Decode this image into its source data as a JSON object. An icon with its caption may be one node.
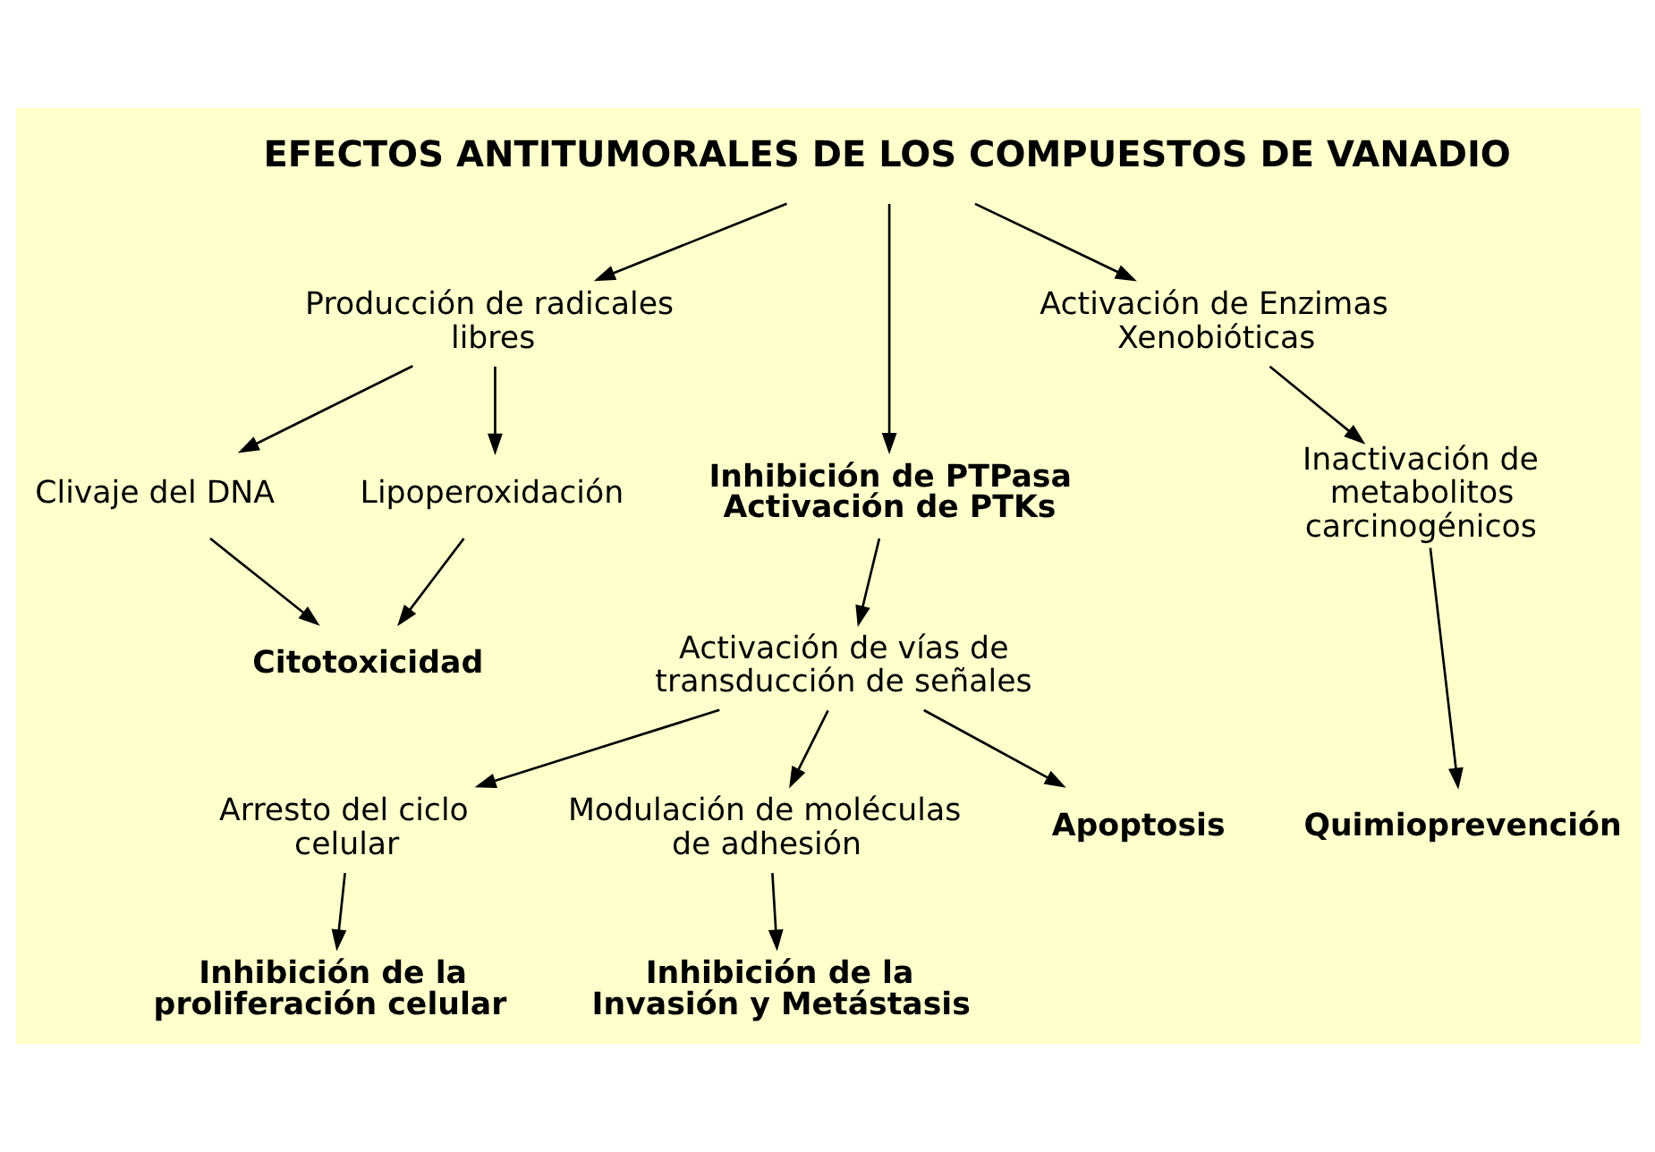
{
  "diagram": {
    "nodes": [
      {
        "text": [
          "EFECTOS ANTITUMORALES DE LOS COMPUESTOS DE VANADIO"
        ]
      },
      {
        "text": [
          "Producción de radicales libres"
        ]
      },
      {
        "text": [
          "Inhibición de PTPasa Activación de PTKs"
        ]
      },
      {
        "text": [
          "Activación de Enzimas Xenobióticas"
        ]
      },
      {
        "text": [
          "Clivaje del DNA"
        ]
      },
      {
        "text": [
          "Lipoperoxidación"
        ]
      },
      {
        "text": [
          "Citotoxicidad"
        ]
      },
      {
        "text": [
          "Inactivación de metabolitos carcinogénicos"
        ]
      },
      {
        "text": [
          "Quimioprevención"
        ]
      },
      {
        "text": [
          "Activación de vías de transducción de señales"
        ]
      },
      {
        "text": [
          "Arresto del ciclo celular"
        ]
      },
      {
        "text": [
          "Modulación de moléculas de adhesión"
        ]
      },
      {
        "text": [
          "Inhibición de la proliferación celular"
        ]
      },
      {
        "text": [
          "Apoptosis"
        ]
      },
      {
        "text": [
          "Inhibición de la Invasión y Metástasis"
        ]
      }
    ],
    "edges": [
      {
        "from": 0,
        "to": 1,
        "arrow": "to"
      },
      {
        "from": 0,
        "to": 2,
        "arrow": "to"
      },
      {
        "from": 0,
        "to": 3,
        "arrow": "to"
      },
      {
        "from": 1,
        "to": 4,
        "arrow": "to"
      },
      {
        "from": 1,
        "to": 5,
        "arrow": "to"
      },
      {
        "from": 4,
        "to": 6,
        "arrow": "to"
      },
      {
        "from": 5,
        "to": 6,
        "arrow": "to"
      },
      {
        "from": 3,
        "to": 7,
        "arrow": "to"
      },
      {
        "from": 7,
        "to": 8,
        "arrow": "to"
      },
      {
        "from": 2,
        "to": 9,
        "arrow": "to"
      },
      {
        "from": 9,
        "to": 10,
        "arrow": "to"
      },
      {
        "from": 9,
        "to": 11,
        "arrow": "to"
      },
      {
        "from": 10,
        "to": 12,
        "arrow": "to"
      },
      {
        "from": 9,
        "to": 13,
        "arrow": "to"
      },
      {
        "from": 11,
        "to": 14,
        "arrow": "to"
      }
    ]
  }
}
